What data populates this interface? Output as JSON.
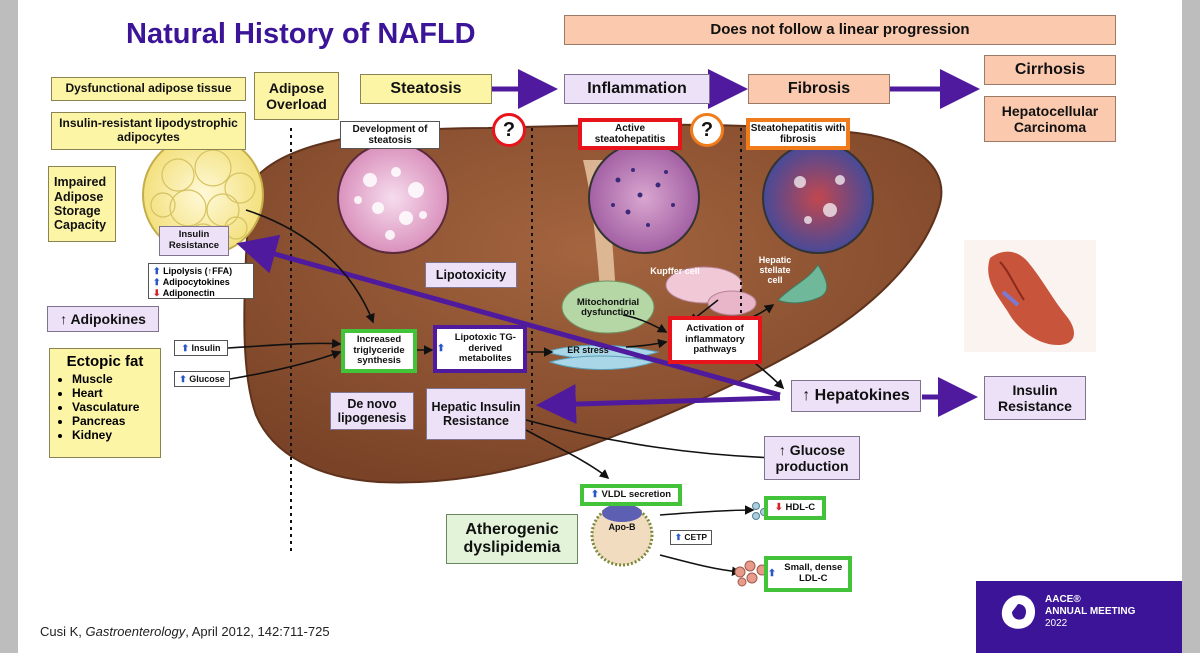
{
  "title": "Natural History of NAFLD",
  "banner": "Does not follow a linear progression",
  "stages": {
    "steatosis": "Steatosis",
    "inflammation": "Inflammation",
    "fibrosis": "Fibrosis",
    "cirrhosis": "Cirrhosis",
    "hcc": "Hepatocellular Carcinoma",
    "adipose_overload": "Adipose Overload"
  },
  "question_mark": "?",
  "left": {
    "dysfunctional_adipose": "Dysfunctional adipose tissue",
    "insulin_resistant_adipocytes": "Insulin-resistant lipodystrophic adipocytes",
    "impaired_adipose": "Impaired Adipose Storage Capacity",
    "insulin_resistance": "Insulin Resistance",
    "lipolysis": "Lipolysis (↑FFA)",
    "adipocytokines": "Adipocytokines",
    "adiponectin": "Adiponectin",
    "adipokines": "↑ Adipokines",
    "ectopic_title": "Ectopic fat",
    "ectopic_items": [
      "Muscle",
      "Heart",
      "Vasculature",
      "Pancreas",
      "Kidney"
    ],
    "insulin_input": "Insulin",
    "glucose_input": "Glucose"
  },
  "liver": {
    "development_steatosis": "Development of steatosis",
    "active_steatohepatitis": "Active steatohepatitis",
    "steatohepatitis_fibrosis": "Steatohepatitis with fibrosis",
    "lipotoxicity": "Lipotoxicity",
    "kupffer": "Kupffer cell",
    "stellate": "Hepatic stellate cell",
    "mito": "Mitochondrial dysfunction",
    "activation": "Activation of inflammatory pathways",
    "increased_tg": "Increased triglyceride synthesis",
    "lipotoxic_tg": "Lipotoxic TG-derived metabolites",
    "er_stress": "ER stress",
    "de_novo": "De novo lipogenesis",
    "hepatic_ir": "Hepatic Insulin Resistance"
  },
  "right": {
    "hepatokines": "↑ Hepatokines",
    "insulin_resistance": "Insulin Resistance",
    "glucose_production": "↑ Glucose production"
  },
  "lipids": {
    "vldl": "VLDL secretion",
    "apob": "Apo-B",
    "cetp": "CETP",
    "hdl": "HDL-C",
    "ldl": "Small, dense LDL-C",
    "atherogenic": "Atherogenic dyslipidemia"
  },
  "citation": {
    "author": "Cusi K, ",
    "journal": "Gastroenterology",
    "rest": ", April 2012, 142:711-725"
  },
  "logo": {
    "line1": "AACE®",
    "line2": "ANNUAL MEETING",
    "line3": "2022"
  },
  "colors": {
    "title": "#3b1497",
    "arrow": "#4f1a9e",
    "liver": "#8d5232",
    "red_frame": "#e8141b",
    "green_frame": "#43c33a",
    "orange_frame": "#f07b1a"
  }
}
